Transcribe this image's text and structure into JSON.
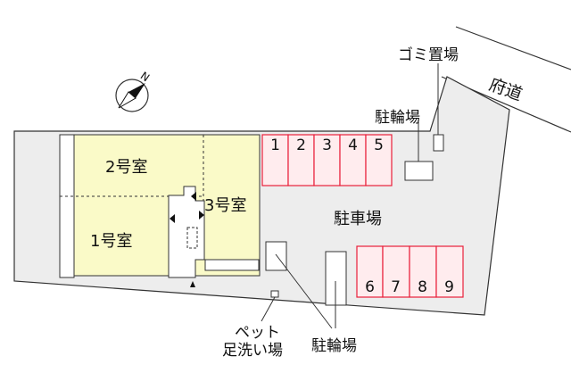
{
  "rooms": {
    "room2": "2号室",
    "room1": "1号室",
    "room3": "3号室"
  },
  "labels": {
    "parking": "駐車場",
    "bike_parking_top": "駐輪場",
    "bike_parking_bottom": "駐輪場",
    "garbage": "ゴミ置場",
    "prefectural_road": "府道",
    "pet_line1": "ペット",
    "pet_line2": "足洗い場",
    "north": "N"
  },
  "parking_spaces_top": [
    "1",
    "2",
    "3",
    "4",
    "5"
  ],
  "parking_spaces_bottom": [
    "6",
    "7",
    "8",
    "9"
  ],
  "colors": {
    "lot": "#ededed",
    "building": "#fafac8",
    "parking_fill": "#ffecee",
    "parking_stroke": "#e8203a",
    "outline": "#333333"
  }
}
